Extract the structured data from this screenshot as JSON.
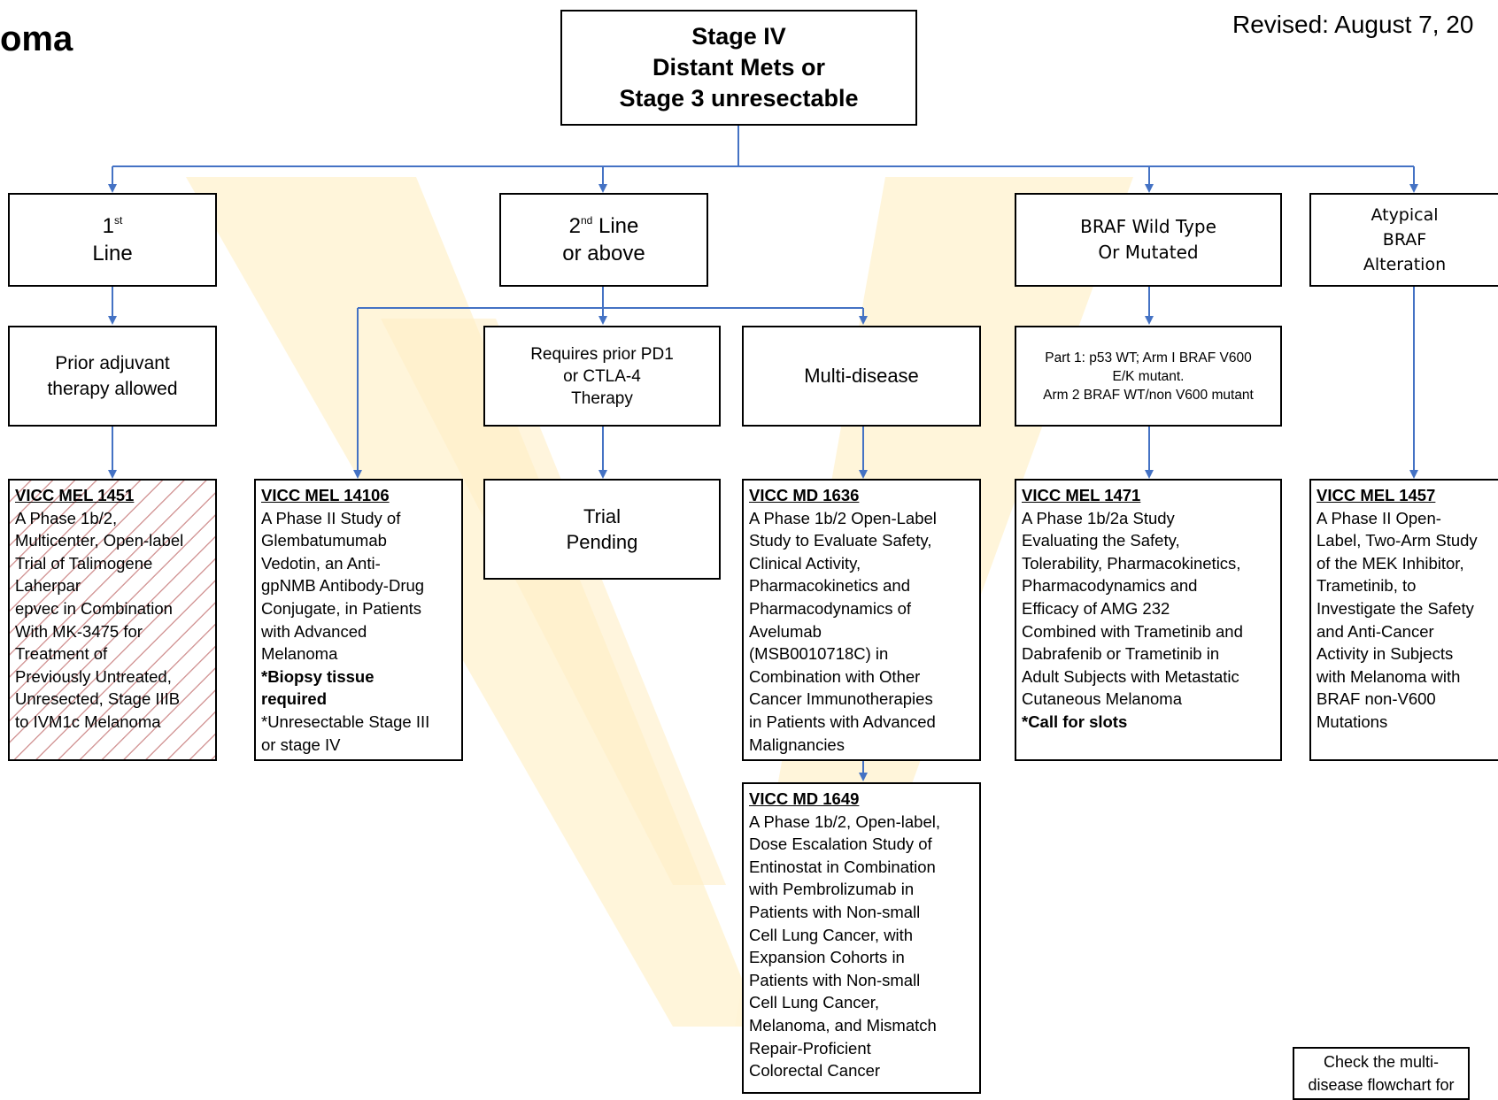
{
  "header": {
    "title_fragment": "oma",
    "revised": "Revised: August 7, 20"
  },
  "root": {
    "lines": [
      "Stage IV",
      "Distant Mets or",
      "Stage 3 unresectable"
    ]
  },
  "categories": {
    "first_line": {
      "num": "1",
      "sup": "st",
      "text": "Line"
    },
    "second_line": {
      "num": "2",
      "sup": "nd",
      "text": " Line",
      "text2": "or above"
    },
    "braf": {
      "line1": "BRAF Wild Type",
      "line2": "Or Mutated"
    },
    "atypical": {
      "line1": "Atypical",
      "line2": "BRAF",
      "line3": "Alteration"
    }
  },
  "subcategories": {
    "prior_adjuvant": {
      "line1": "Prior adjuvant",
      "line2": "therapy allowed"
    },
    "requires_prior": {
      "line1": "Requires prior PD1",
      "line2": "or CTLA-4",
      "line3": "Therapy"
    },
    "multi_disease": {
      "text": "Multi-disease"
    },
    "part1": {
      "line1": "Part 1: p53 WT; Arm I BRAF V600",
      "line2": "E/K mutant.",
      "line3": "Arm 2 BRAF WT/non V600 mutant"
    }
  },
  "trials": {
    "mel_1451": {
      "id": "VICC MEL 1451",
      "lines": [
        "A Phase 1b/2,",
        "Multicenter, Open-label",
        "Trial of Talimogene",
        "Laherpar",
        "epvec in Combination",
        "With MK-3475 for",
        "Treatment of",
        "Previously Untreated,",
        "Unresected, Stage IIIB",
        "to IVM1c Melanoma"
      ]
    },
    "mel_14106": {
      "id": "VICC MEL 14106",
      "lines": [
        "A Phase II Study of",
        "Glembatumumab",
        "Vedotin, an Anti-",
        "gpNMB Antibody-Drug",
        "Conjugate, in Patients",
        "with Advanced",
        "Melanoma"
      ],
      "note1": "*Biopsy tissue",
      "note2": "required",
      "extra1": "*Unresectable Stage III",
      "extra2": "or stage IV"
    },
    "pending": {
      "line1": "Trial",
      "line2": "Pending"
    },
    "md_1636": {
      "id": "VICC MD 1636",
      "lines": [
        "A Phase 1b/2 Open-Label",
        "Study to Evaluate Safety,",
        "Clinical Activity,",
        "Pharmacokinetics and",
        "Pharmacodynamics of",
        "Avelumab",
        "(MSB0010718C) in",
        "Combination with Other",
        "Cancer Immunotherapies",
        "in Patients with Advanced",
        "Malignancies"
      ]
    },
    "md_1649": {
      "id": "VICC MD 1649",
      "lines": [
        "A Phase 1b/2, Open-label,",
        "Dose Escalation Study of",
        "Entinostat in Combination",
        "with Pembrolizumab in",
        "Patients with Non-small",
        "Cell Lung Cancer, with",
        "Expansion Cohorts in",
        "Patients with Non-small",
        "Cell Lung Cancer,",
        "Melanoma, and Mismatch",
        "Repair-Proficient",
        "Colorectal Cancer"
      ]
    },
    "mel_1471": {
      "id": "VICC MEL 1471",
      "lines": [
        "A Phase 1b/2a Study",
        "Evaluating the Safety,",
        "Tolerability, Pharmacokinetics,",
        "Pharmacodynamics and",
        "Efficacy of AMG 232",
        "Combined with Trametinib and",
        "Dabrafenib or Trametinib in",
        "Adult Subjects with Metastatic",
        "Cutaneous Melanoma"
      ],
      "note1": "*Call for slots"
    },
    "mel_1457": {
      "id": "VICC MEL 1457",
      "lines": [
        "A Phase II Open-",
        "Label, Two-Arm Study",
        "of the MEK Inhibitor,",
        "Trametinib, to",
        "Investigate the Safety",
        "and Anti-Cancer",
        "Activity in Subjects",
        "with Melanoma with",
        "BRAF non-V600",
        "Mutations"
      ]
    }
  },
  "footnote": {
    "line1": "Check the multi-",
    "line2": "disease flowchart for"
  },
  "colors": {
    "connector": "#4472C4",
    "hatch": "#d49a9a",
    "watermark": "#FFF2CC"
  }
}
